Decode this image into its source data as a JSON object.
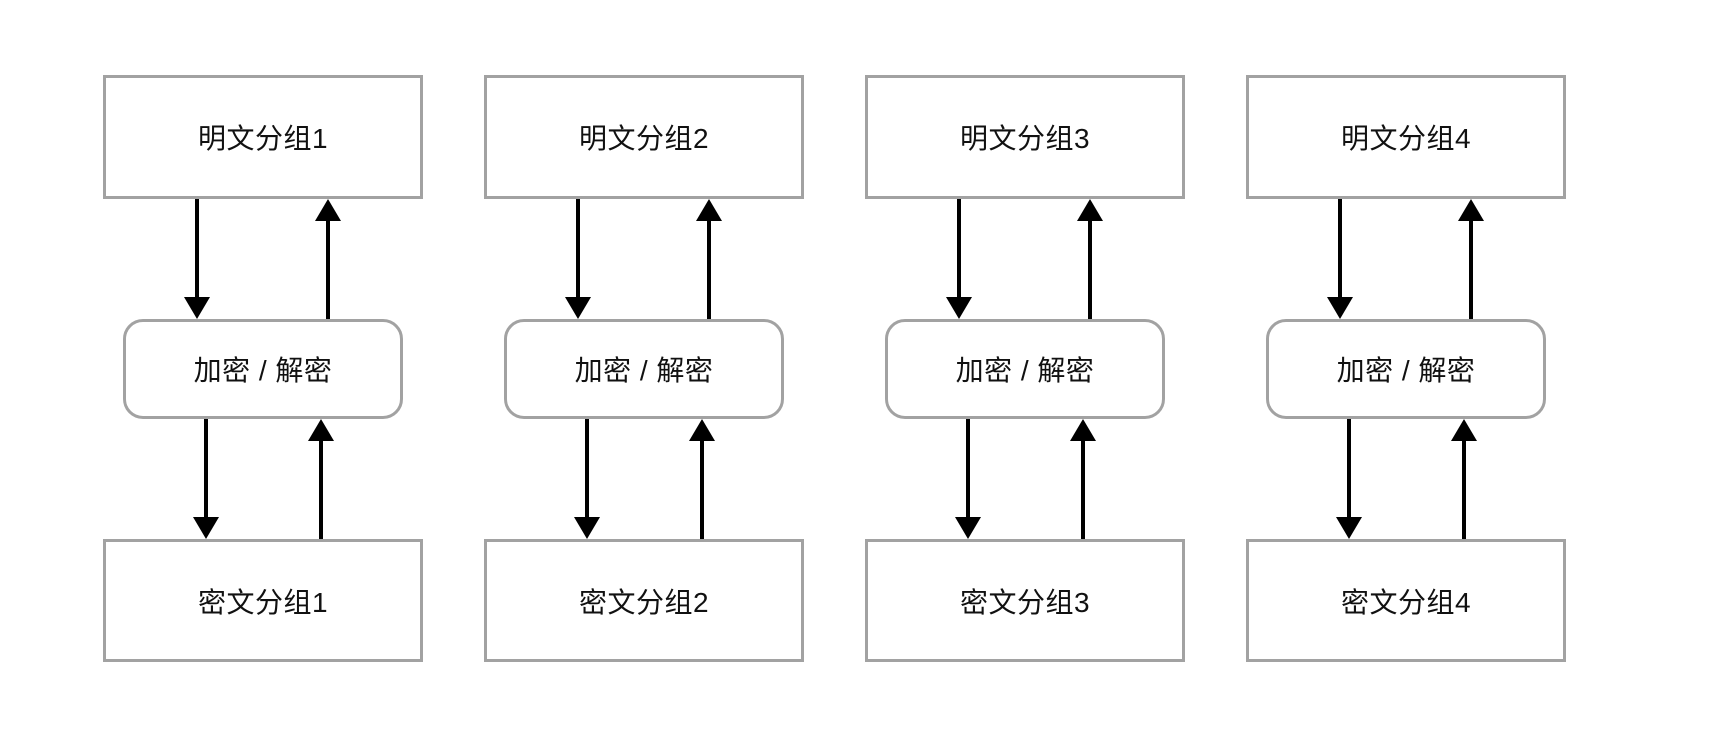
{
  "diagram": {
    "background": "#ffffff",
    "colors": {
      "box_border": "#a2a2a2",
      "arrow": "#000000",
      "text": "#111111"
    },
    "columns": [
      {
        "plaintext_label": "明文分组1",
        "process_label": "加密 / 解密",
        "ciphertext_label": "密文分组1"
      },
      {
        "plaintext_label": "明文分组2",
        "process_label": "加密 / 解密",
        "ciphertext_label": "密文分组2"
      },
      {
        "plaintext_label": "明文分组3",
        "process_label": "加密 / 解密",
        "ciphertext_label": "密文分组3"
      },
      {
        "plaintext_label": "明文分组4",
        "process_label": "加密 / 解密",
        "ciphertext_label": "密文分组4"
      }
    ]
  }
}
